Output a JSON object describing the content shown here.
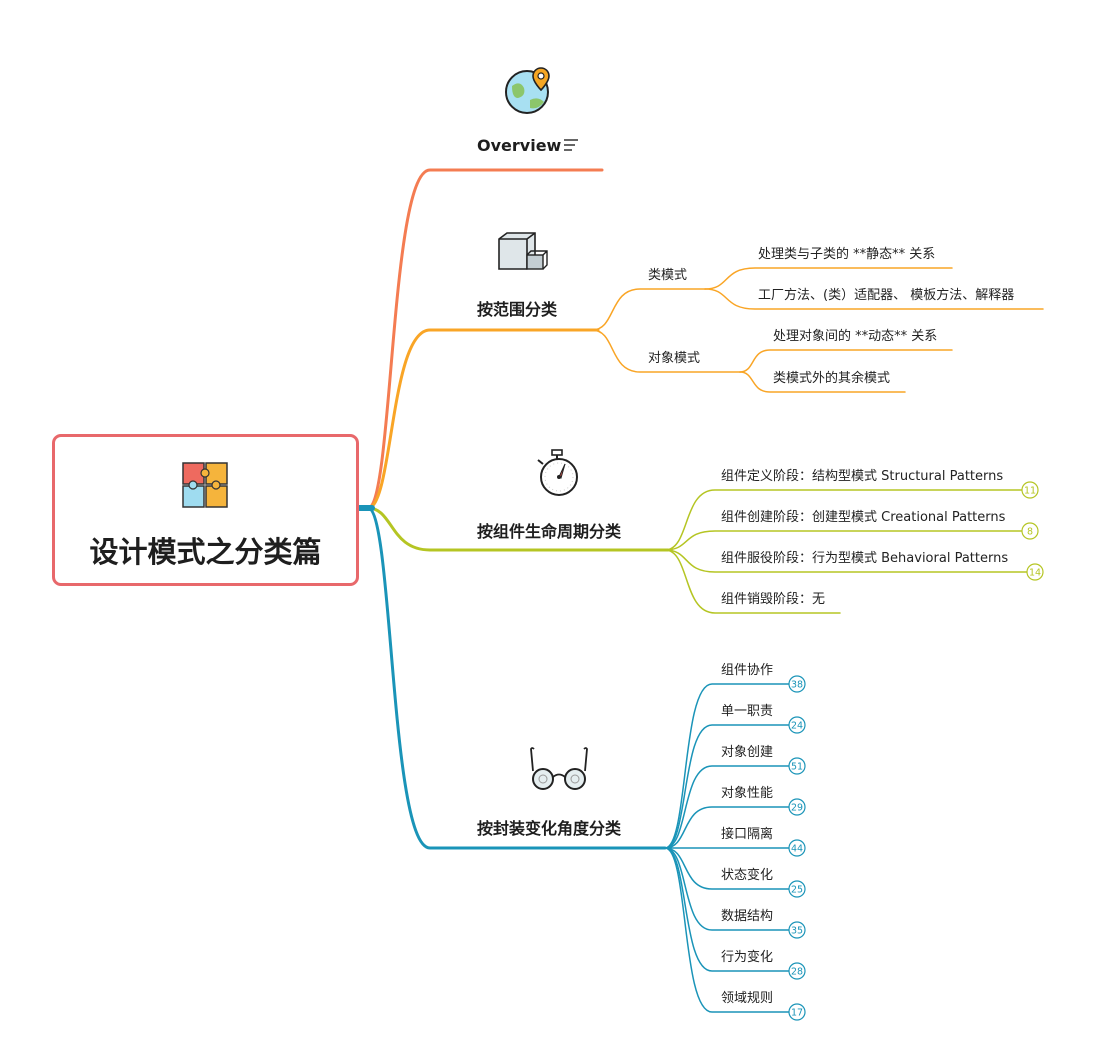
{
  "central": {
    "title": "设计模式之分类篇",
    "icon": "puzzle-icon",
    "color": "#e8686b"
  },
  "branches": [
    {
      "label": "Overview",
      "icon": "globe-pin-icon",
      "extra_icon": "notes-icon",
      "color": "#f47c52",
      "children": []
    },
    {
      "label": "按范围分类",
      "icon": "cube-icon",
      "color": "#f9a526",
      "children": [
        {
          "label": "类模式",
          "children": [
            {
              "label": "处理类与子类的 **静态** 关系"
            },
            {
              "label": "工厂方法、(类）适配器、 模板方法、解释器"
            }
          ]
        },
        {
          "label": "对象模式",
          "children": [
            {
              "label": "处理对象间的 **动态** 关系"
            },
            {
              "label": "类模式外的其余模式"
            }
          ]
        }
      ]
    },
    {
      "label": "按组件生命周期分类",
      "icon": "stopwatch-icon",
      "color": "#b5c523",
      "children": [
        {
          "label": "组件定义阶段：结构型模式 Structural Patterns",
          "count": "11"
        },
        {
          "label": "组件创建阶段：创建型模式 Creational Patterns",
          "count": "8"
        },
        {
          "label": "组件服役阶段：行为型模式 Behavioral Patterns",
          "count": "14"
        },
        {
          "label": "组件销毁阶段：无"
        }
      ]
    },
    {
      "label": "按封装变化角度分类",
      "icon": "glasses-icon",
      "color": "#1a94b8",
      "children": [
        {
          "label": "组件协作",
          "count": "38"
        },
        {
          "label": "单一职责",
          "count": "24"
        },
        {
          "label": "对象创建",
          "count": "51"
        },
        {
          "label": "对象性能",
          "count": "29"
        },
        {
          "label": "接口隔离",
          "count": "44"
        },
        {
          "label": "状态变化",
          "count": "25"
        },
        {
          "label": "数据结构",
          "count": "35"
        },
        {
          "label": "行为变化",
          "count": "28"
        },
        {
          "label": "领域规则",
          "count": "17"
        }
      ]
    }
  ]
}
